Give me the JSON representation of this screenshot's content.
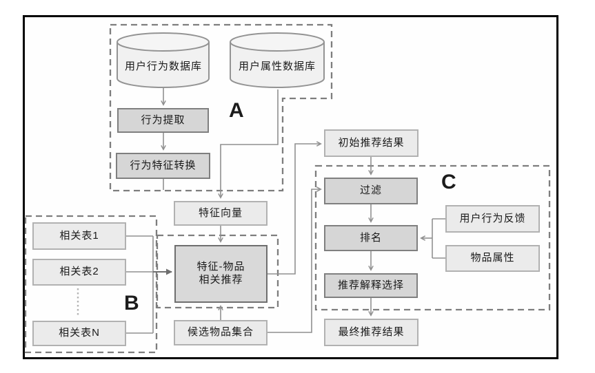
{
  "diagram": {
    "groups": {
      "a_label": "A",
      "b_label": "B",
      "c_label": "C"
    },
    "nodes": {
      "user_behavior_db": {
        "label": "用户行为数据库",
        "type": "database"
      },
      "user_attribute_db": {
        "label": "用户属性数据库",
        "type": "database"
      },
      "behavior_extraction": {
        "label": "行为提取"
      },
      "behavior_feature_transform": {
        "label": "行为特征转换"
      },
      "feature_vector": {
        "label": "特征向量"
      },
      "related_table_1": {
        "label": "相关表1"
      },
      "related_table_2": {
        "label": "相关表2"
      },
      "related_table_n": {
        "label": "相关表N"
      },
      "feature_item_recommend": {
        "line1": "特征-物品",
        "line2": "相关推荐"
      },
      "initial_results": {
        "label": "初始推荐结果"
      },
      "filter": {
        "label": "过滤"
      },
      "ranking": {
        "label": "排名"
      },
      "explanation_selection": {
        "label": "推荐解释选择"
      },
      "final_results": {
        "label": "最终推荐结果"
      },
      "user_behavior_feedback": {
        "label": "用户行为反馈"
      },
      "item_attributes": {
        "label": "物品属性"
      },
      "candidate_item_set": {
        "label": "候选物品集合"
      }
    },
    "colors": {
      "process_fill": "#d6d6d6",
      "process_border": "#7f7f7f",
      "data_fill": "#ebebeb",
      "data_border": "#b1b1b1",
      "cylinder_fill": "#f1f1f1",
      "cylinder_border": "#939393",
      "connector": "#8f8f8f",
      "dashed_border": "#7d7d7d",
      "frame_border": "#000000"
    }
  }
}
